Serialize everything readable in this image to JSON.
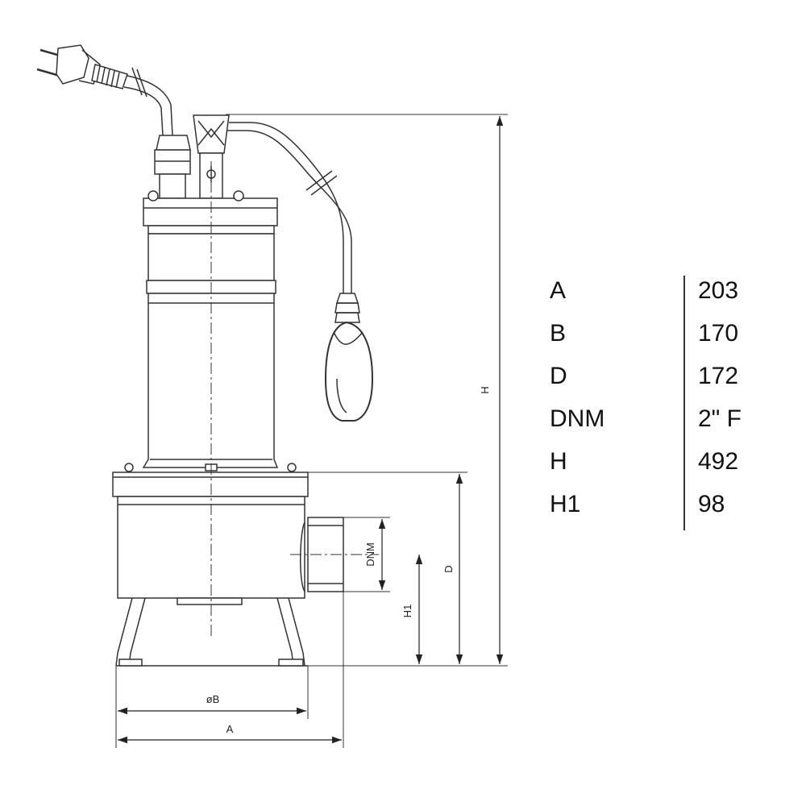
{
  "drawing": {
    "labels": {
      "b": "øB",
      "a": "A",
      "h": "H",
      "d": "D",
      "h1": "H1",
      "dnm": "DNM"
    }
  },
  "dimension_table": {
    "rows": [
      {
        "key": "A",
        "value": "203"
      },
      {
        "key": "B",
        "value": "170"
      },
      {
        "key": "D",
        "value": "172"
      },
      {
        "key": "DNM",
        "value": "2\" F"
      },
      {
        "key": "H",
        "value": "492"
      },
      {
        "key": "H1",
        "value": "98"
      }
    ]
  }
}
